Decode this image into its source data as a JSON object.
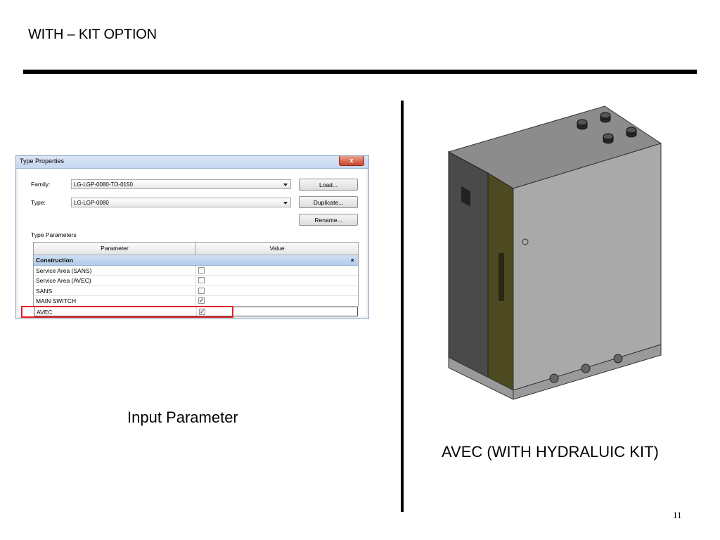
{
  "slide": {
    "title": "WITH – KIT OPTION",
    "caption_left": "Input Parameter",
    "caption_right": "AVEC (WITH HYDRALUIC KIT)",
    "page_number": "11"
  },
  "dialog": {
    "title": "Type Properties",
    "close_label": "x",
    "family_label": "Family:",
    "family_value": "LG-LGP-0080-TO-0150",
    "type_label": "Type:",
    "type_value": "LG-LGP-0080",
    "load_button": "Load...",
    "duplicate_button": "Duplicate...",
    "rename_button": "Rename...",
    "section_label": "Type Parameters",
    "grid": {
      "col_parameter": "Parameter",
      "col_value": "Value",
      "group": "Construction",
      "group_chevron": "»",
      "rows": [
        {
          "name": "Service Area (SANS)",
          "checked": false
        },
        {
          "name": "Service Area (AVEC)",
          "checked": false
        },
        {
          "name": "SANS",
          "checked": false
        },
        {
          "name": "MAIN SWITCH",
          "checked": true
        },
        {
          "name": "AVEC",
          "checked": true
        }
      ]
    }
  },
  "colors": {
    "highlight": "#e8212b",
    "cabinet_front": "#a9a9a9",
    "cabinet_side": "#4a4a4a",
    "cabinet_strip": "#4d4a22"
  }
}
